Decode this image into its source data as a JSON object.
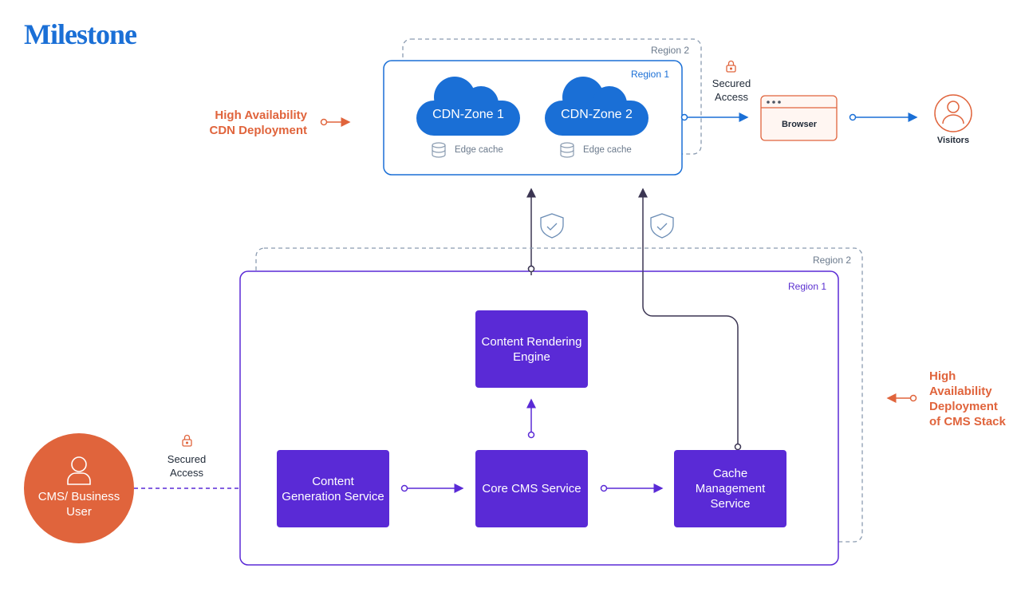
{
  "logo": {
    "text": "Milestone"
  },
  "cdn": {
    "region_back": "Region 2",
    "region_front": "Region 1",
    "zones": [
      {
        "label": "CDN-Zone 1",
        "cache": "Edge cache"
      },
      {
        "label": "CDN-Zone 2",
        "cache": "Edge cache"
      }
    ],
    "ha_label": [
      "High Availability",
      "CDN Deployment"
    ]
  },
  "access_top": {
    "line1": "Secured",
    "line2": "Access"
  },
  "browser": {
    "label": "Browser"
  },
  "visitors": {
    "label": "Visitors"
  },
  "cms_stack": {
    "region_back": "Region 2",
    "region_front": "Region 1",
    "ha_label": [
      "High",
      "Availability",
      "Deployment",
      "of CMS Stack"
    ],
    "services": {
      "rendering": "Content Rendering Engine",
      "generation": "Content Generation Service",
      "core": "Core CMS Service",
      "cache": "Cache Management Service"
    }
  },
  "access_left": {
    "line1": "Secured",
    "line2": "Access"
  },
  "user": {
    "label": "CMS/ Business User"
  },
  "colors": {
    "blue": "#1a6fd6",
    "purple": "#5a2ad6",
    "orange": "#e0643c",
    "dark_line": "#3b3552",
    "gray_dash": "#8a9bb0"
  }
}
